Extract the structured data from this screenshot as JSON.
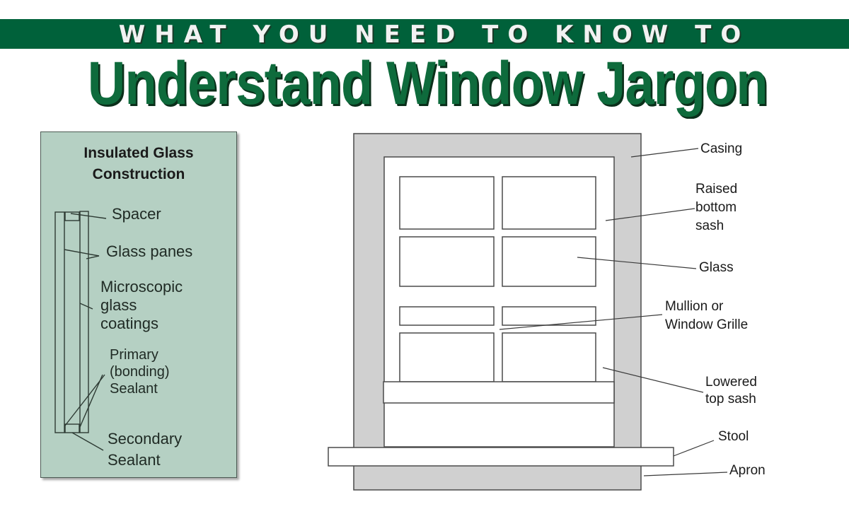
{
  "header": {
    "banner_text": "WHAT YOU NEED TO KNOW TO",
    "title": "Understand Window Jargon"
  },
  "colors": {
    "banner_green": "#00613a",
    "title_green": "#0e6b3c",
    "panel_bg": "#b5d0c3",
    "casing_gray": "#d0d0d0"
  },
  "insulated_glass": {
    "title": "Insulated Glass\nConstruction",
    "labels": {
      "spacer": "Spacer",
      "glass_panes": "Glass panes",
      "coatings": "Microscopic\nglass\ncoatings",
      "primary_sealant": "Primary\n(bonding)\nSealant",
      "secondary_sealant": "Secondary\nSealant"
    }
  },
  "window_diagram": {
    "labels": {
      "casing": "Casing",
      "raised_bottom_sash": "Raised\nbottom\nsash",
      "glass": "Glass",
      "mullion": "Mullion or\nWindow Grille",
      "lowered_top_sash": "Lowered\ntop sash",
      "stool": "Stool",
      "apron": "Apron"
    }
  }
}
